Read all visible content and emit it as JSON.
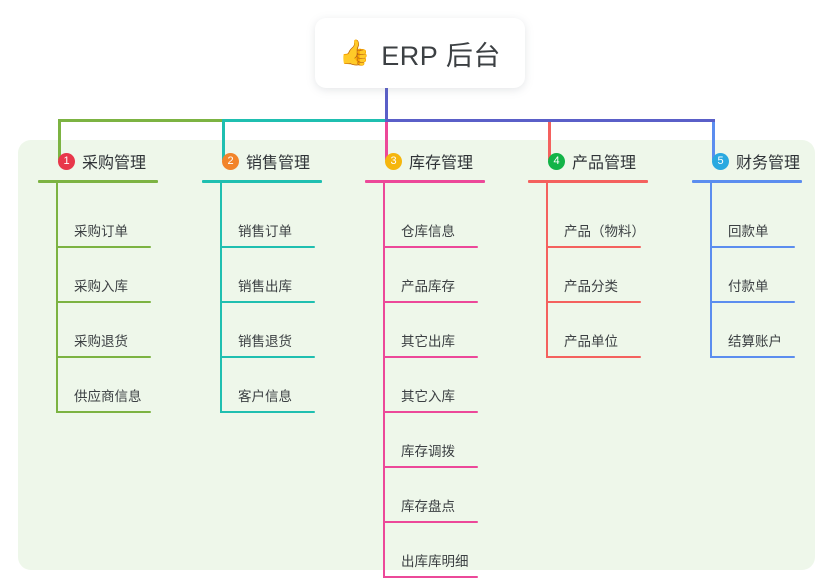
{
  "diagram": {
    "type": "mindmap",
    "root": {
      "icon": "thumbs-up-emoji",
      "icon_glyph": "👍",
      "title": "ERP 后台"
    },
    "panel_color": "#eef7ea",
    "root_stem_color": "#5a5fc8",
    "branches": [
      {
        "number": "1",
        "label": "采购管理",
        "color": "#7cb342",
        "badge_color": "#e8374a",
        "items": [
          {
            "label": "采购订单"
          },
          {
            "label": "采购入库"
          },
          {
            "label": "采购退货"
          },
          {
            "label": "供应商信息"
          }
        ]
      },
      {
        "number": "2",
        "label": "销售管理",
        "color": "#1fbfb0",
        "badge_color": "#f2842a",
        "items": [
          {
            "label": "销售订单"
          },
          {
            "label": "销售出库"
          },
          {
            "label": "销售退货"
          },
          {
            "label": "客户信息"
          }
        ]
      },
      {
        "number": "3",
        "label": "库存管理",
        "color": "#ec4899",
        "badge_color": "#f5b60d",
        "items": [
          {
            "label": "仓库信息"
          },
          {
            "label": "产品库存"
          },
          {
            "label": "其它出库"
          },
          {
            "label": "其它入库"
          },
          {
            "label": "库存调拨"
          },
          {
            "label": "库存盘点"
          },
          {
            "label": "出库库明细"
          }
        ]
      },
      {
        "number": "4",
        "label": "产品管理",
        "color": "#f4615e",
        "badge_color": "#12b347",
        "items": [
          {
            "label": "产品（物料）"
          },
          {
            "label": "产品分类"
          },
          {
            "label": "产品单位"
          }
        ]
      },
      {
        "number": "5",
        "label": "财务管理",
        "color": "#5b8def",
        "badge_color": "#2aa9e0",
        "items": [
          {
            "label": "回款单"
          },
          {
            "label": "付款单"
          },
          {
            "label": "结算账户"
          }
        ]
      }
    ]
  }
}
